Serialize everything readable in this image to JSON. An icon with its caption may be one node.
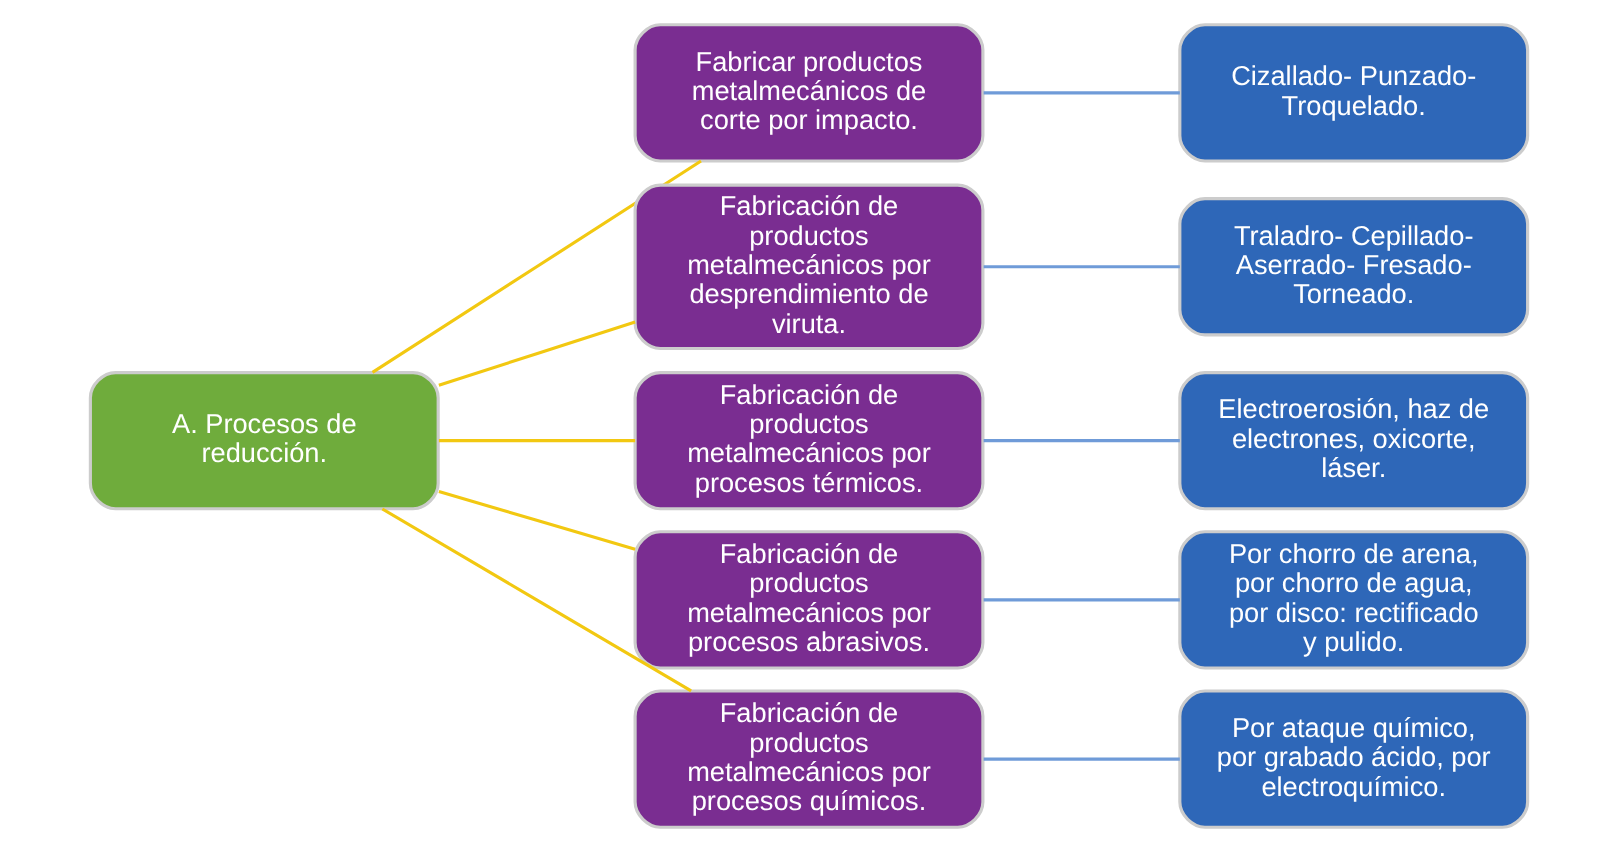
{
  "diagram": {
    "nodes": [
      {
        "text": [
          "A. Procesos de reducción."
        ]
      },
      {
        "text": [
          "Fabricar productos metalmecánicos de corte por impacto."
        ]
      },
      {
        "text": [
          "Fabricación de productos metalmecánicos por desprendimiento de viruta."
        ]
      },
      {
        "text": [
          "Fabricación de productos metalmecánicos por procesos térmicos."
        ]
      },
      {
        "text": [
          "Fabricación de productos metalmecánicos por procesos abrasivos."
        ]
      },
      {
        "text": [
          "Fabricación de productos metalmecánicos por procesos químicos."
        ]
      },
      {
        "text": [
          "Cizallado- Punzado- Troquelado."
        ]
      },
      {
        "text": [
          "Traladro- Cepillado- Aserrado- Fresado- Torneado."
        ]
      },
      {
        "text": [
          "Electroerosión, haz de electrones, oxicorte, láser."
        ]
      },
      {
        "text": [
          "Por chorro de arena, por chorro de agua, por disco: rectificado y pulido."
        ]
      },
      {
        "text": [
          "Por ataque químico, por grabado ácido, por electroquímico."
        ]
      }
    ],
    "edges": [
      {
        "from": 0,
        "to": 1,
        "arrow": "none",
        "color": "#f2c811"
      },
      {
        "from": 0,
        "to": 2,
        "arrow": "none",
        "color": "#f2c811"
      },
      {
        "from": 0,
        "to": 3,
        "arrow": "none",
        "color": "#f2c811"
      },
      {
        "from": 0,
        "to": 4,
        "arrow": "none",
        "color": "#f2c811"
      },
      {
        "from": 0,
        "to": 5,
        "arrow": "none",
        "color": "#f2c811"
      },
      {
        "from": 1,
        "to": 6,
        "arrow": "none",
        "color": "#6f9bd8"
      },
      {
        "from": 2,
        "to": 7,
        "arrow": "none",
        "color": "#6f9bd8"
      },
      {
        "from": 3,
        "to": 8,
        "arrow": "none",
        "color": "#6f9bd8"
      },
      {
        "from": 4,
        "to": 9,
        "arrow": "none",
        "color": "#6f9bd8"
      },
      {
        "from": 5,
        "to": 10,
        "arrow": "none",
        "color": "#6f9bd8"
      }
    ]
  }
}
